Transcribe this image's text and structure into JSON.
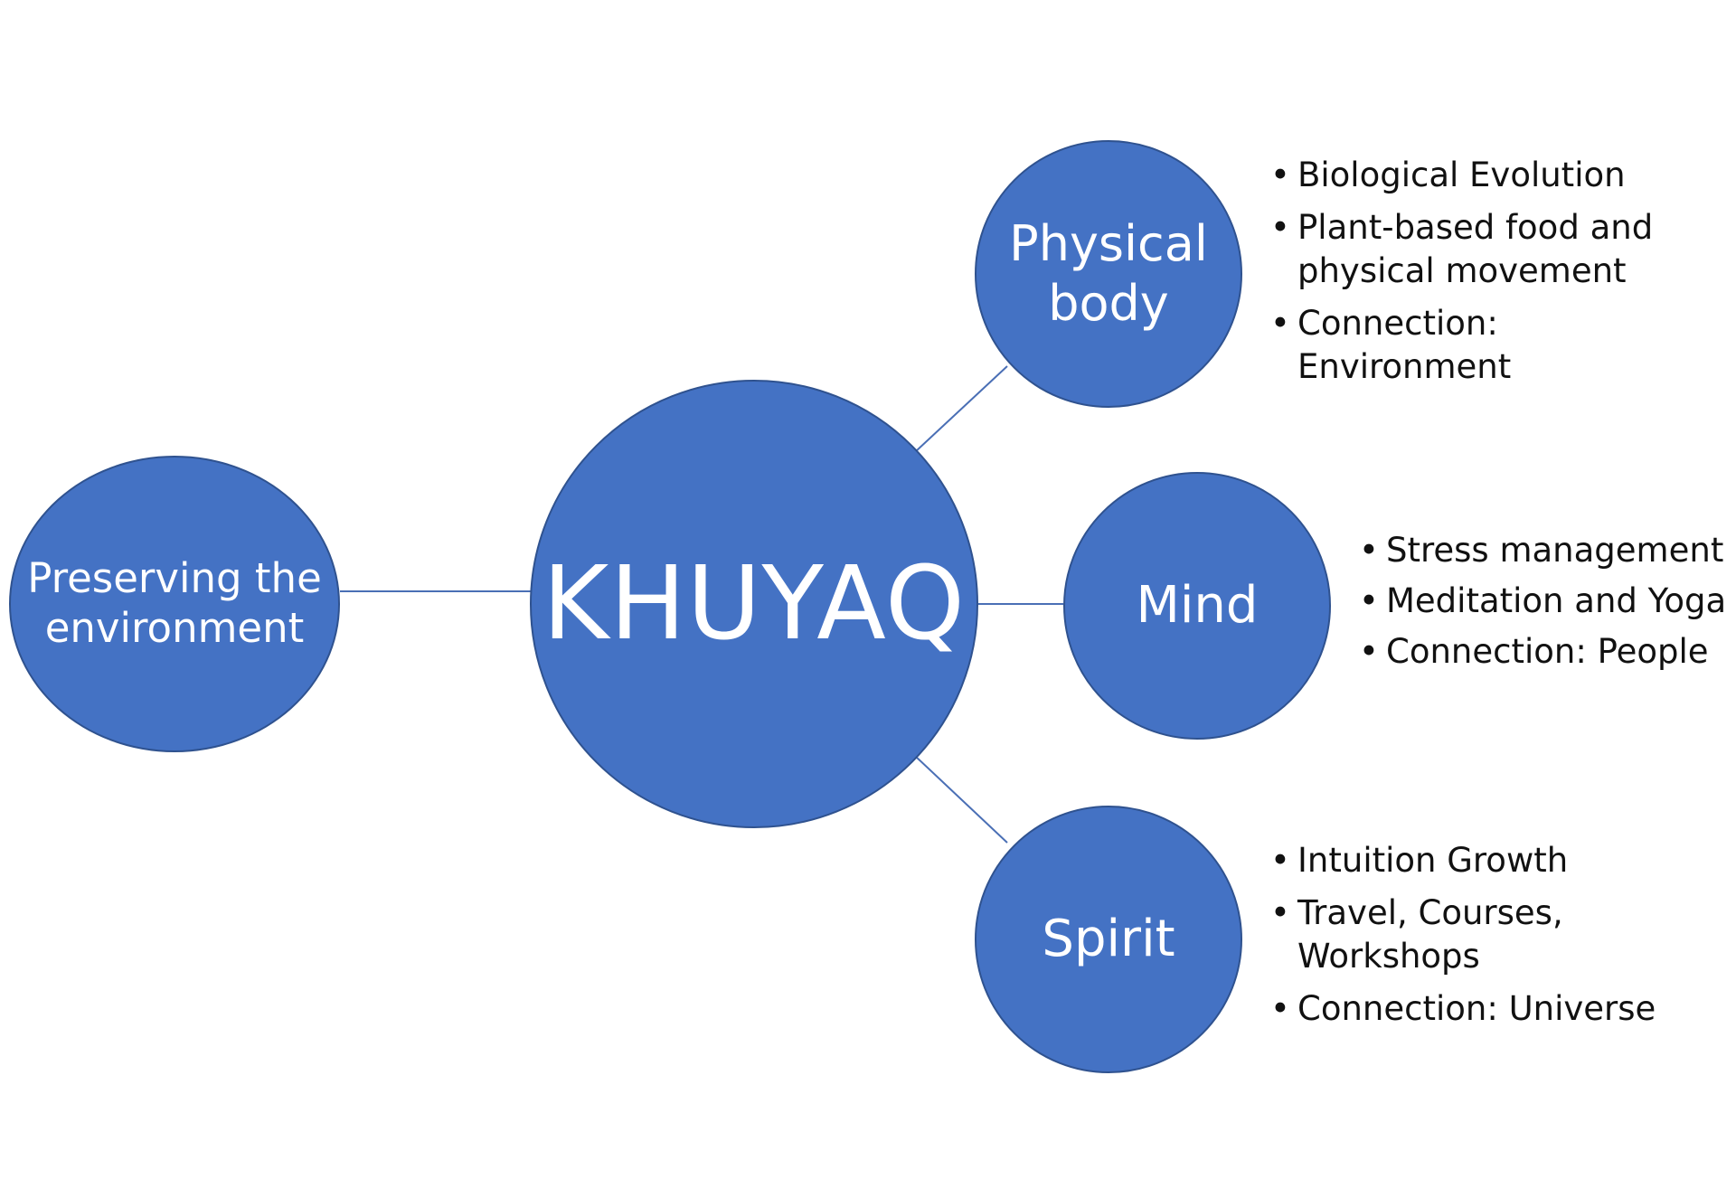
{
  "colors": {
    "node_fill": "#4472C4",
    "node_stroke": "#2F528F",
    "connector": "#4A6FB5",
    "bullet_text": "#111111"
  },
  "nodes": {
    "center": {
      "label": "KHUYAQ"
    },
    "left": {
      "label_lines": [
        "Preserving the",
        "environment"
      ]
    },
    "physical": {
      "label_lines": [
        "Physical",
        "body"
      ]
    },
    "mind": {
      "label": "Mind"
    },
    "spirit": {
      "label": "Spirit"
    }
  },
  "bullets": {
    "physical": [
      "Biological Evolution",
      "Plant-based food and physical movement",
      "Connection: Environment"
    ],
    "mind": [
      "Stress management",
      "Meditation and Yoga",
      "Connection: People"
    ],
    "spirit": [
      "Intuition Growth",
      "Travel, Courses, Workshops",
      "Connection: Universe"
    ]
  }
}
